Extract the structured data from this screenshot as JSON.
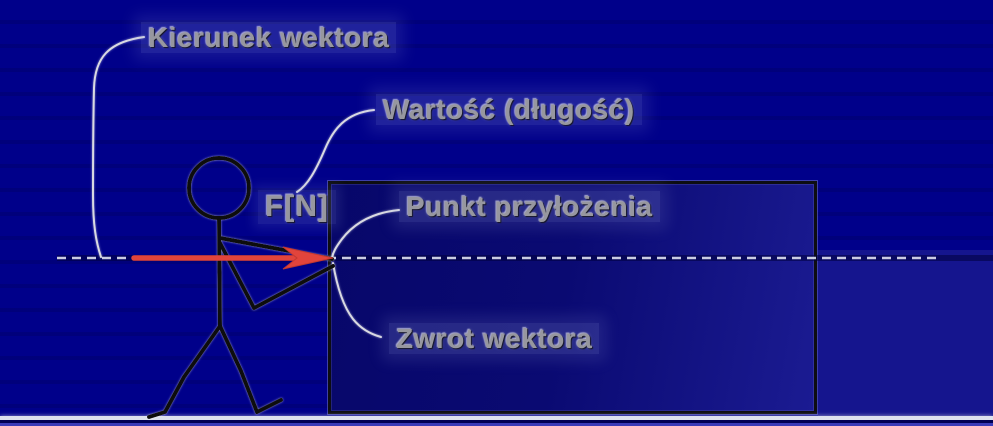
{
  "diagram": {
    "labels": {
      "direction": "Kierunek wektora",
      "magnitude": "Wartość (długość)",
      "application_point": "Punkt przyłożenia",
      "sense": "Zwrot wektora",
      "force_symbol": "F[N]"
    },
    "colors": {
      "background": "#00008a",
      "crate_fill": "#0a0a72",
      "crate_border": "#0d0d12",
      "force_arrow": "#e2443c",
      "label_text": "#97979f",
      "leader_line": "#d9dae2",
      "dashed_axis": "#dfe2f2",
      "ground_line": "#dde1ee",
      "figure_stroke": "#0b0b0e"
    }
  }
}
